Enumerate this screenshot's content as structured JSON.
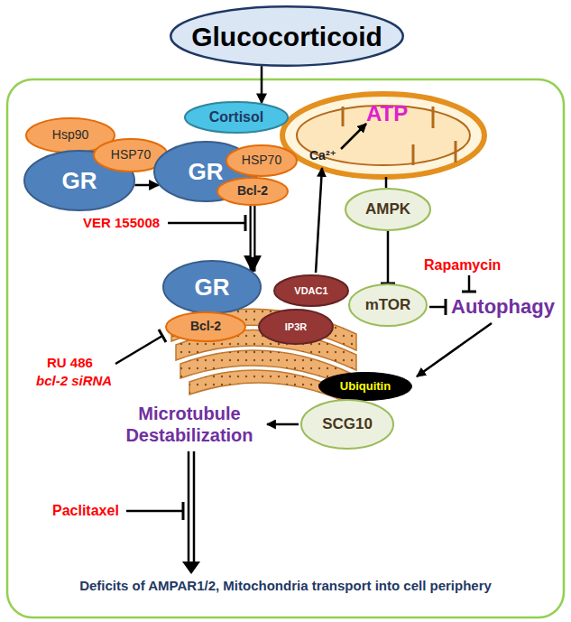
{
  "diagram": {
    "nodes": [
      {
        "text": [
          "Glucocorticoid"
        ]
      },
      {
        "text": [
          "Hsp90"
        ]
      },
      {
        "text": [
          "GR"
        ]
      },
      {
        "text": [
          "HSP70"
        ]
      },
      {
        "text": [
          "Cortisol"
        ]
      },
      {
        "text": [
          "GR"
        ]
      },
      {
        "text": [
          "HSP70"
        ]
      },
      {
        "text": [
          "Bcl-2"
        ]
      },
      {
        "text": [
          "GR"
        ]
      },
      {
        "text": [
          "Bcl-2"
        ]
      },
      {
        "text": [
          "VDAC1"
        ]
      },
      {
        "text": [
          "IP3R"
        ]
      },
      {
        "text": [
          "AMPK"
        ]
      },
      {
        "text": [
          "mTOR"
        ]
      },
      {
        "text": [
          "Ubiquitin"
        ]
      },
      {
        "text": [
          "SCG10"
        ]
      }
    ],
    "edges": [
      {
        "from": 0,
        "to": 4,
        "arrow": "to"
      },
      {
        "from": 2,
        "to": 5,
        "arrow": "to"
      },
      {
        "from": 7,
        "to": 8,
        "arrow": "to"
      },
      {
        "from": 12,
        "to": 13,
        "arrow": "to"
      }
    ],
    "labels": [
      "VER 155008",
      "ATP",
      "Ca²⁺",
      "RU 486",
      "bcl-2 siRNA",
      "Rapamycin",
      "Autophagy",
      "Microtubule Destabilization",
      "Paclitaxel",
      "Deficits of AMPAR1/2, Mitochondria transport into cell periphery"
    ]
  }
}
